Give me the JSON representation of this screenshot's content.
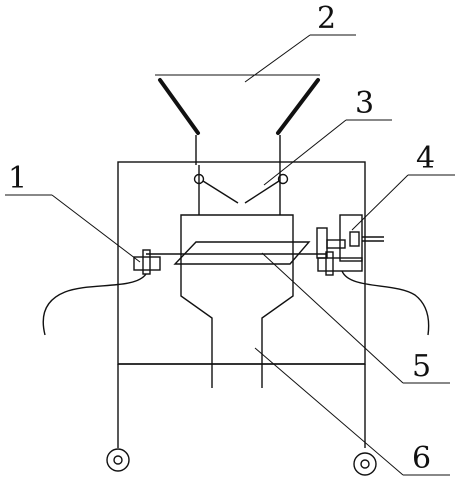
{
  "diagram": {
    "labels": {
      "l1": "1",
      "l2": "2",
      "l3": "3",
      "l4": "4",
      "l5": "5",
      "l6": "6"
    }
  }
}
